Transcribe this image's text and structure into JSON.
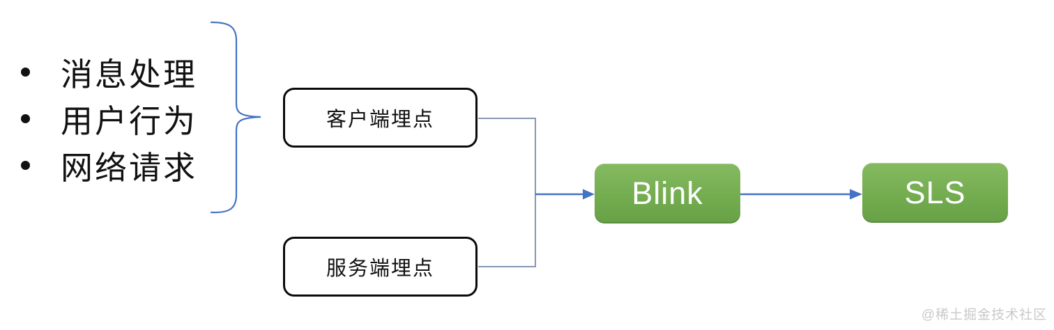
{
  "diagram": {
    "left_list": {
      "items": [
        "消息处理",
        "用户行为",
        "网络请求"
      ]
    },
    "source_boxes": {
      "client_label": "客户端埋点",
      "server_label": "服务端埋点"
    },
    "nodes": {
      "blink_label": "Blink",
      "sls_label": "SLS"
    },
    "watermark": "@稀土掘金技术社区",
    "colors": {
      "node_green_top": "#85BA61",
      "node_green_bottom": "#67A046",
      "node_text": "#FFFFFF",
      "arrow_blue": "#4472C4",
      "connector_blue_gray": "#8496B0",
      "brace_blue": "#4472C4",
      "box_border": "#0A0A0A",
      "text_black": "#111111",
      "watermark_gray": "#C9C9C9"
    }
  }
}
